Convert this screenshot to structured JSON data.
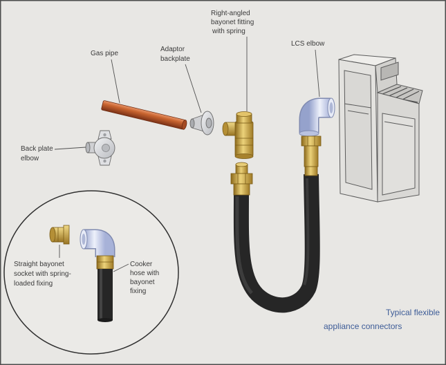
{
  "figure": {
    "labels": {
      "right_angled_fitting": [
        "Right-angled",
        "bayonet fitting",
        "with spring"
      ],
      "lcs_elbow": [
        "LCS elbow"
      ],
      "gas_pipe": [
        "Gas pipe"
      ],
      "adaptor_backplate": [
        "Adaptor",
        "backplate"
      ],
      "back_plate_elbow": [
        "Back plate",
        "elbow"
      ]
    },
    "inset_labels": {
      "straight_bayonet_socket": [
        "Straight bayonet",
        "socket with spring-",
        "loaded fixing"
      ],
      "cooker_hose": [
        "Cooker",
        "hose with",
        "bayonet",
        "fixing"
      ]
    },
    "caption": [
      "Typical flexible",
      "appliance connectors"
    ]
  },
  "colors": {
    "background": "#e8e7e4",
    "label_text": "#3a3a3a",
    "caption_text": "#3d5c97",
    "copper_pipe": "#c2602f",
    "brass_fitting": "#c9a44c",
    "hose": "#262626",
    "elbow": "#cdd5ee"
  }
}
